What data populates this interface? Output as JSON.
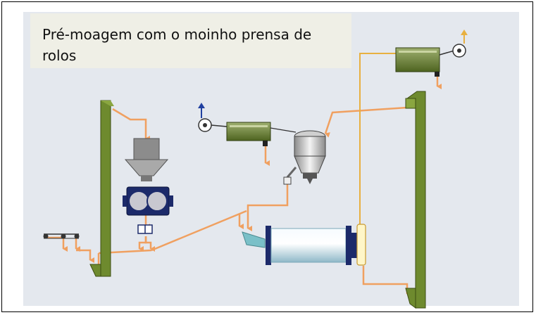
{
  "title": "Pré-moagem com o moinho prensa de rolos",
  "colors": {
    "panel_bg": "#e4e8ee",
    "title_bg": "#efefe6",
    "elevator_green": "#6e8a2e",
    "material_flow_orange": "#f0a060",
    "air_flow_blue": "#2040a0",
    "mill_navy": "#1c2a6a",
    "separator_gray": "#9a9a9a"
  },
  "components": [
    {
      "name": "bucket-elevator-left",
      "icon": "bucket-elevator"
    },
    {
      "name": "feed-hopper",
      "icon": "hopper"
    },
    {
      "name": "roller-press",
      "icon": "roller-press"
    },
    {
      "name": "belt-conveyor",
      "icon": "conveyor"
    },
    {
      "name": "bag-filter-left",
      "icon": "filter"
    },
    {
      "name": "fan-left",
      "icon": "fan"
    },
    {
      "name": "cyclone-separator",
      "icon": "separator"
    },
    {
      "name": "ball-mill",
      "icon": "ball-mill"
    },
    {
      "name": "bag-filter-right",
      "icon": "filter"
    },
    {
      "name": "fan-right",
      "icon": "fan"
    },
    {
      "name": "bucket-elevator-right",
      "icon": "bucket-elevator"
    }
  ]
}
